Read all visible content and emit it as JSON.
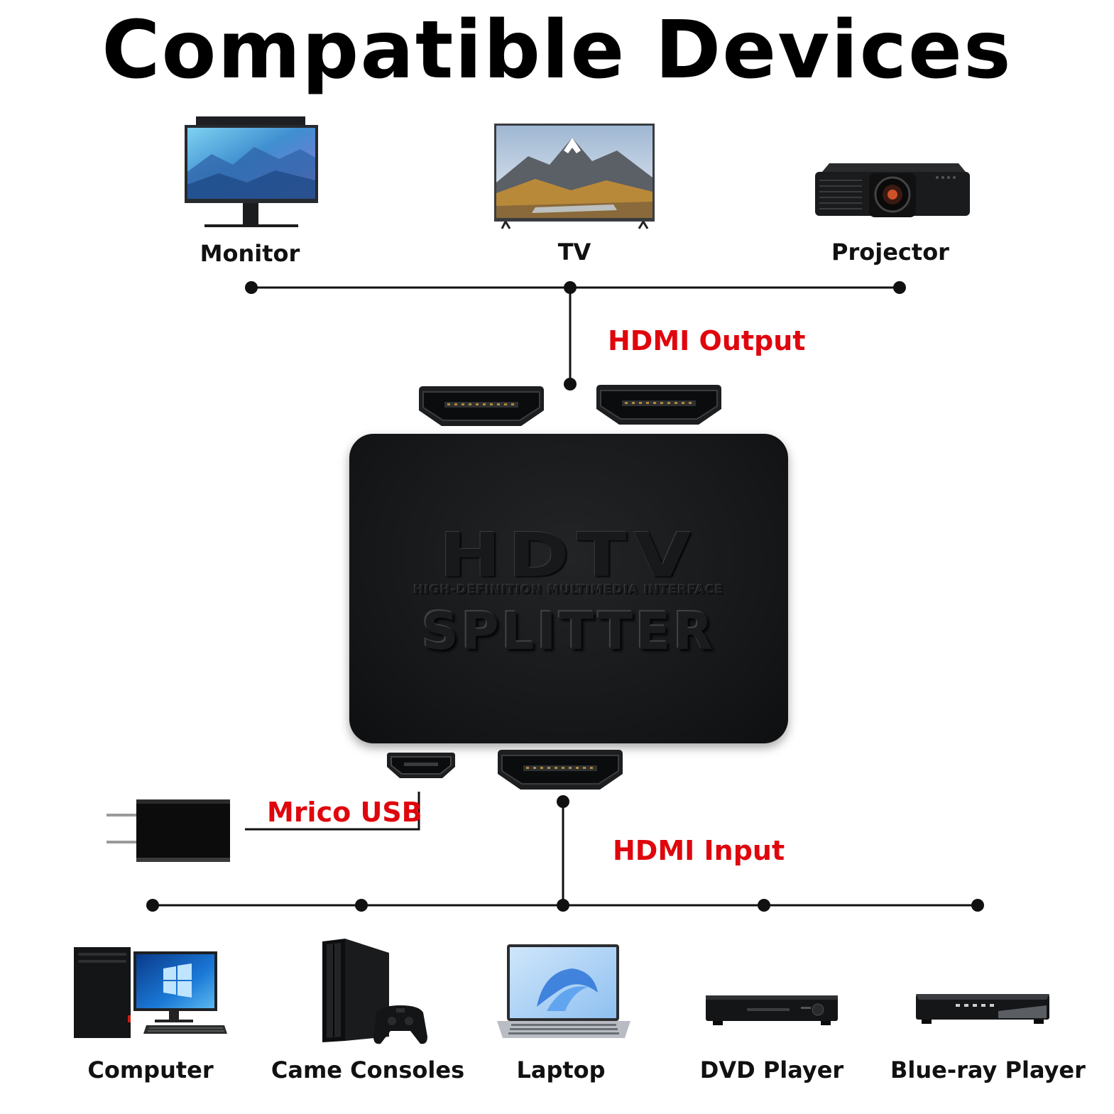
{
  "title": "Compatible Devices",
  "outputs": {
    "label": "HDMI Output",
    "devices": [
      {
        "name": "Monitor",
        "icon": "monitor-icon"
      },
      {
        "name": "TV",
        "icon": "tv-icon"
      },
      {
        "name": "Projector",
        "icon": "projector-icon"
      }
    ]
  },
  "splitter": {
    "logo": "HDTV",
    "subtitle": "HIGH-DEFINITION MULTIMEDIA INTERFACE",
    "product": "SPLITTER"
  },
  "power": {
    "label": "Mrico USB",
    "icon": "usb-power-adapter-icon"
  },
  "inputs": {
    "label": "HDMI Input",
    "devices": [
      {
        "name": "Computer",
        "icon": "computer-icon"
      },
      {
        "name": "Came Consoles",
        "icon": "game-console-icon"
      },
      {
        "name": "Laptop",
        "icon": "laptop-icon"
      },
      {
        "name": "DVD Player",
        "icon": "dvd-player-icon"
      },
      {
        "name": "Blue-ray Player",
        "icon": "bluray-player-icon"
      }
    ]
  },
  "colors": {
    "accent": "#e0060d",
    "line": "#111111",
    "device_body": "#151617"
  }
}
